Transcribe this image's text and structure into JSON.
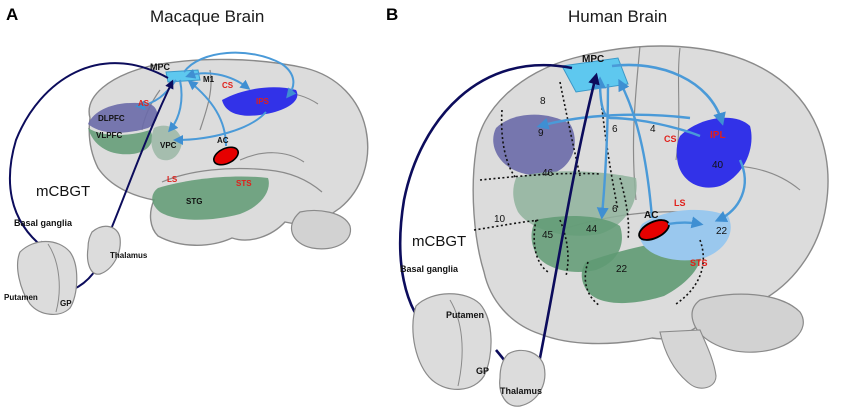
{
  "panels": [
    {
      "letter": "A",
      "title": "Macaque Brain",
      "labels": {
        "mpc": "MPC",
        "m1": "M1",
        "cs": "CS",
        "as": "AS",
        "ips": "IPS",
        "dlpfc": "DLPFC",
        "vlpfc": "VLPFC",
        "vpc": "VPC",
        "ac": "AC",
        "ls": "LS",
        "sts": "STS",
        "stg": "STG",
        "mcbgt": "mCBGT",
        "basal_ganglia": "Basal ganglia",
        "putamen": "Putamen",
        "gp": "GP",
        "thalamus": "Thalamus"
      }
    },
    {
      "letter": "B",
      "title": "Human Brain",
      "labels": {
        "mpc": "MPC",
        "cs": "CS",
        "ipl": "IPL",
        "ac": "AC",
        "ls": "LS",
        "sts": "STS",
        "mcbgt": "mCBGT",
        "basal_ganglia": "Basal ganglia",
        "putamen": "Putamen",
        "gp": "GP",
        "thalamus": "Thalamus"
      },
      "areas": {
        "a8": "8",
        "a6_top": "6",
        "a4": "4",
        "a9": "9",
        "a40": "40",
        "a46": "46",
        "a10": "10",
        "a45": "45",
        "a44": "44",
        "a6_low": "6",
        "a22_right": "22",
        "a22_left": "22"
      }
    }
  ],
  "colors": {
    "brain_fill": "#dcdcdc",
    "brain_stroke": "#8a8a8a",
    "mpc_cyan": "#5ec8ef",
    "parietal_blue": "#3232e8",
    "prefrontal_purple": "#6a6aa8",
    "ventral_green": "#5f9a73",
    "auditory_lightblue": "#9ac8ee",
    "ac_red": "#e60000",
    "arrow_light": "#4a9ad8",
    "arrow_dark": "#0c0c5c",
    "label_red": "#e0201b"
  }
}
